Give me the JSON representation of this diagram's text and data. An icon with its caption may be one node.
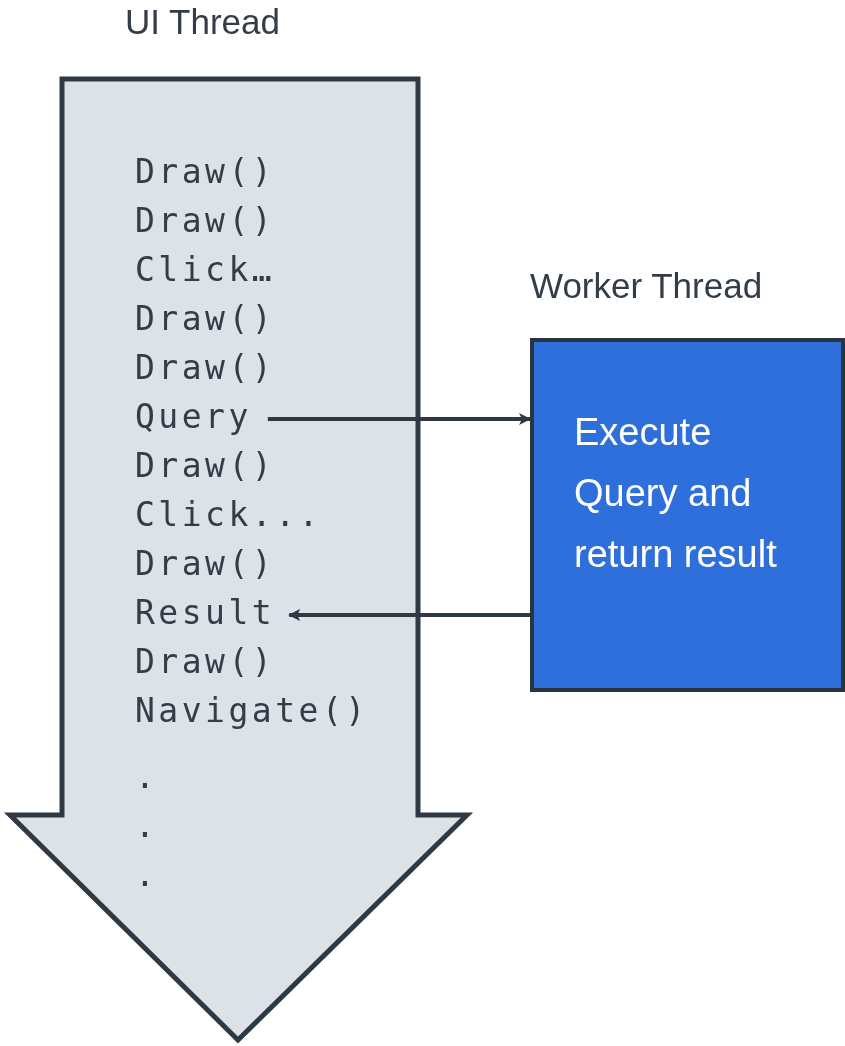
{
  "diagram": {
    "nodes": [
      {
        "text": [
          "UI Thread"
        ]
      },
      {
        "text": [
          "Draw()"
        ],
        "in": 0
      },
      {
        "text": [
          "Draw()"
        ],
        "in": 0
      },
      {
        "text": [
          "Click…"
        ],
        "in": 0
      },
      {
        "text": [
          "Draw()"
        ],
        "in": 0
      },
      {
        "text": [
          "Draw()"
        ],
        "in": 0
      },
      {
        "text": [
          "Query"
        ],
        "in": 0
      },
      {
        "text": [
          "Draw()"
        ],
        "in": 0
      },
      {
        "text": [
          "Click..."
        ],
        "in": 0
      },
      {
        "text": [
          "Draw()"
        ],
        "in": 0
      },
      {
        "text": [
          "Result"
        ],
        "in": 0
      },
      {
        "text": [
          "Draw()"
        ],
        "in": 0
      },
      {
        "text": [
          "Navigate()"
        ],
        "in": 0
      },
      {
        "text": [
          "."
        ],
        "in": 0
      },
      {
        "text": [
          "."
        ],
        "in": 0
      },
      {
        "text": [
          "."
        ],
        "in": 0
      },
      {
        "text": [
          "Worker Thread",
          "Execute Query and return result"
        ]
      }
    ],
    "edges": [
      {
        "from": 6,
        "to": 16,
        "arrow": "to"
      },
      {
        "from": 16,
        "to": 10,
        "arrow": "to"
      }
    ]
  }
}
